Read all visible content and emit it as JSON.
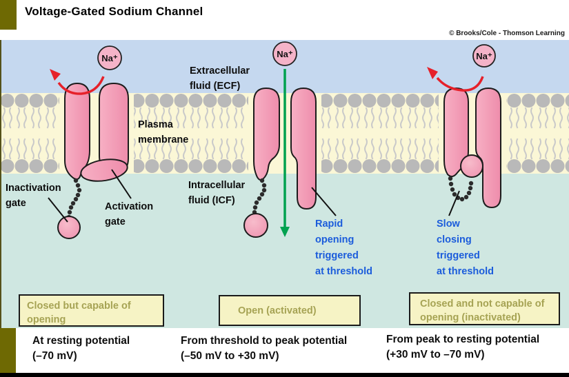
{
  "slide": {
    "title": "Voltage-Gated Sodium Channel",
    "credit": "© Brooks/Cole - Thomson Learning"
  },
  "ion_label": "Na⁺",
  "region_labels": {
    "extracellular": "Extracellular\nfluid (ECF)",
    "plasma_membrane": "Plasma\nmembrane",
    "intracellular": "Intracellular\nfluid (ICF)"
  },
  "gate_labels": {
    "inactivation": "Inactivation\ngate",
    "activation": "Activation\ngate"
  },
  "annotations": {
    "rapid_opening": "Rapid\nopening\ntriggered\nat threshold",
    "slow_closing": "Slow\nclosing\ntriggered\nat threshold"
  },
  "panels": [
    {
      "state": "Closed but capable of opening",
      "caption": "At resting potential\n(–70 mV)"
    },
    {
      "state": "Open (activated)",
      "caption": "From threshold to peak potential\n(–50 mV to +30 mV)"
    },
    {
      "state": "Closed and not capable of opening (inactivated)",
      "caption": "From peak to resting potential\n(+30 mV to –70 mV)"
    }
  ],
  "colors": {
    "extracellular_fluid": "#c5d8ef",
    "membrane": "#fbf7d6",
    "intracellular_fluid": "#cfe7e1",
    "lipid_head_gray": "#b9b9b9",
    "channel_pink": "#f19bb4",
    "ion_pink": "#f4b3c8",
    "arrow_red": "#e6212a",
    "arrow_green": "#00a14f",
    "annotation_blue": "#1b5cdb",
    "state_box_fill": "#f6f3c5",
    "state_box_text": "#a6a354",
    "accent_olive": "#6e6903"
  }
}
